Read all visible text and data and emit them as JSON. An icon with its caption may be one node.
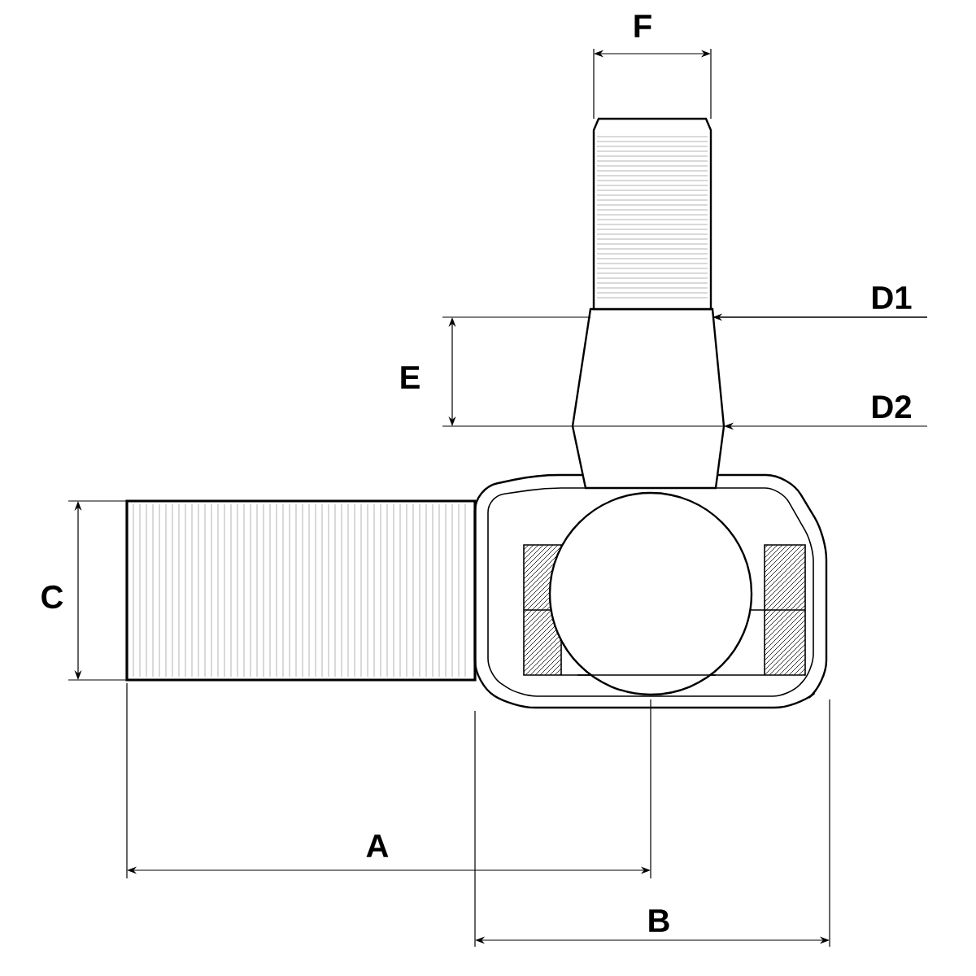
{
  "diagram": {
    "labels": [
      "F",
      "D1",
      "E",
      "D2",
      "C",
      "A",
      "B"
    ]
  }
}
